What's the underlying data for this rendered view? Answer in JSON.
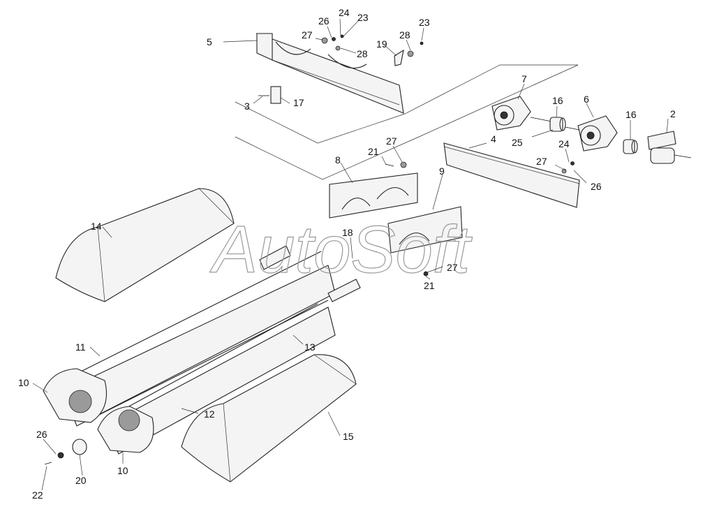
{
  "watermark": "AutoSoft",
  "callouts": [
    "2",
    "3",
    "4",
    "5",
    "6",
    "7",
    "8",
    "9",
    "10",
    "11",
    "12",
    "13",
    "14",
    "15",
    "16",
    "17",
    "18",
    "19",
    "20",
    "21",
    "22",
    "23",
    "24",
    "25",
    "26",
    "27",
    "28"
  ]
}
